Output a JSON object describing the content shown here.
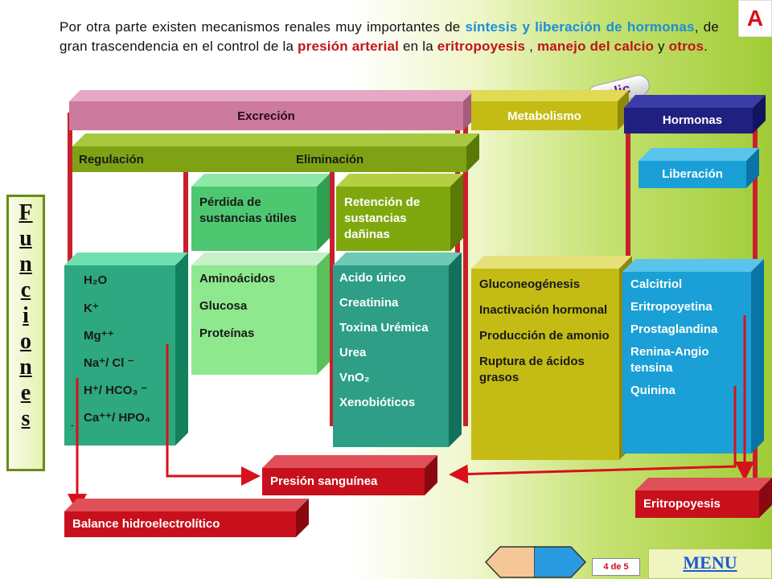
{
  "intro": {
    "p1": "Por otra parte existen mecanismos renales muy importantes de ",
    "h1": "síntesis y liberación de hormonas",
    "p2": ", de gran trascendencia en el control de la ",
    "h2": "presión arterial",
    "p3": " en la ",
    "h3": "eritropoyesis",
    "p4": " , ",
    "h4": "manejo del calcio",
    "p5": " y ",
    "h5": "otros",
    "p6": "."
  },
  "logo_letter": "A",
  "clic_label": "clic",
  "headers": {
    "excrecion": "Excreción",
    "metabolismo": "Metabolismo",
    "hormonas": "Hormonas",
    "regulacion": "Regulación",
    "eliminacion": "Eliminación",
    "liberacion": "Liberación"
  },
  "sub": {
    "perdida": "Pérdida de sustancias útiles",
    "retencion": "Retención de sustancias dañinas"
  },
  "funciones_letters": [
    "F",
    "u",
    "n",
    "c",
    "i",
    "o",
    "n",
    "e",
    "s"
  ],
  "regulacion_items": [
    "H₂O",
    "K⁺",
    "Mg⁺⁺",
    "Na⁺/ Cl ⁻",
    "H⁺/ HCO₃ ⁻",
    "Ca⁺⁺/ HPO₄"
  ],
  "regulacion_tail": "- -",
  "perdida_items": [
    "Aminoácidos",
    "Glucosa",
    "Proteínas"
  ],
  "retencion_items": [
    "Acido úrico",
    "Creatinina",
    "Toxina Urémica",
    "Urea",
    "VnO₂",
    "Xenobióticos"
  ],
  "metabolismo_items": [
    "Gluconeogénesis",
    "Inactivación hormonal",
    "Producción de amonio",
    "Ruptura de ácidos grasos"
  ],
  "hormonas_items": [
    "Calcitriol",
    "Eritropoyetina",
    "Prostaglandina",
    "Renina-Angio tensina",
    "Quinina"
  ],
  "outputs": {
    "presion": "Presión sanguínea",
    "balance": "Balance hidroelectrolítico",
    "eritropoyesis": "Eritropoyesis"
  },
  "page_indicator": "4 de 5",
  "menu_label": "MENU",
  "colors": {
    "excrecion": "#cc7a9e",
    "metabolismo": "#c4bc14",
    "hormonas": "#1f2080",
    "green_bar": "#7ea214",
    "light_green": "#4ec870",
    "retencion": "#7fa80e",
    "teal": "#2e9e86",
    "liberacion": "#1aa0d6",
    "red": "#c8101c"
  }
}
